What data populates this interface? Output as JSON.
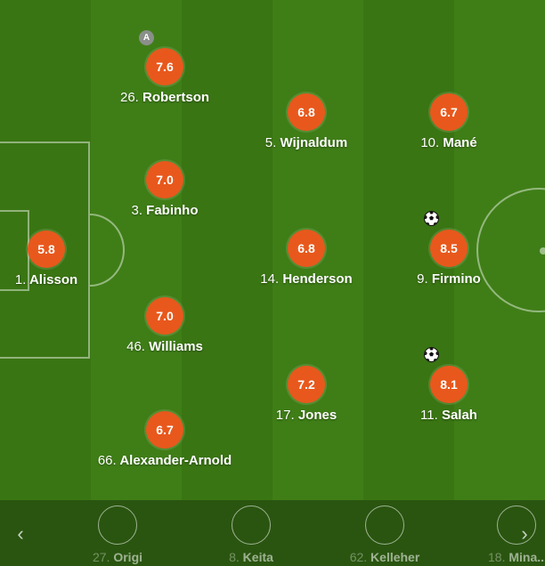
{
  "lineup": {
    "players": [
      {
        "id": "alisson",
        "number": "1.",
        "name": "Alisson",
        "rating": "5.8"
      },
      {
        "id": "robertson",
        "number": "26.",
        "name": "Robertson",
        "rating": "7.6",
        "badge": "A"
      },
      {
        "id": "fabinho",
        "number": "3.",
        "name": "Fabinho",
        "rating": "7.0"
      },
      {
        "id": "williams",
        "number": "46.",
        "name": "Williams",
        "rating": "7.0"
      },
      {
        "id": "alexander-arnold",
        "number": "66.",
        "name": "Alexander-Arnold",
        "rating": "6.7"
      },
      {
        "id": "wijnaldum",
        "number": "5.",
        "name": "Wijnaldum",
        "rating": "6.8"
      },
      {
        "id": "henderson",
        "number": "14.",
        "name": "Henderson",
        "rating": "6.8"
      },
      {
        "id": "jones",
        "number": "17.",
        "name": "Jones",
        "rating": "7.2"
      },
      {
        "id": "mane",
        "number": "10.",
        "name": "Mané",
        "rating": "6.7"
      },
      {
        "id": "firmino",
        "number": "9.",
        "name": "Firmino",
        "rating": "8.5",
        "goal_icon": "football-icon"
      },
      {
        "id": "salah",
        "number": "11.",
        "name": "Salah",
        "rating": "8.1",
        "goal_icon": "football-icon"
      }
    ]
  },
  "bench": {
    "prev_icon": "chevron-left-icon",
    "next_icon": "chevron-right-icon",
    "prev_glyph": "‹",
    "next_glyph": "›",
    "subs": [
      {
        "number": "27.",
        "name": "Origi"
      },
      {
        "number": "8.",
        "name": "Keita"
      },
      {
        "number": "62.",
        "name": "Kelleher"
      },
      {
        "number": "18.",
        "name": "Mina..."
      }
    ]
  },
  "colors": {
    "rating_badge": "#e8581c",
    "pitch_dark": "#3a7513",
    "pitch_light": "#3f7e17",
    "bench_bg": "#2a5510"
  }
}
